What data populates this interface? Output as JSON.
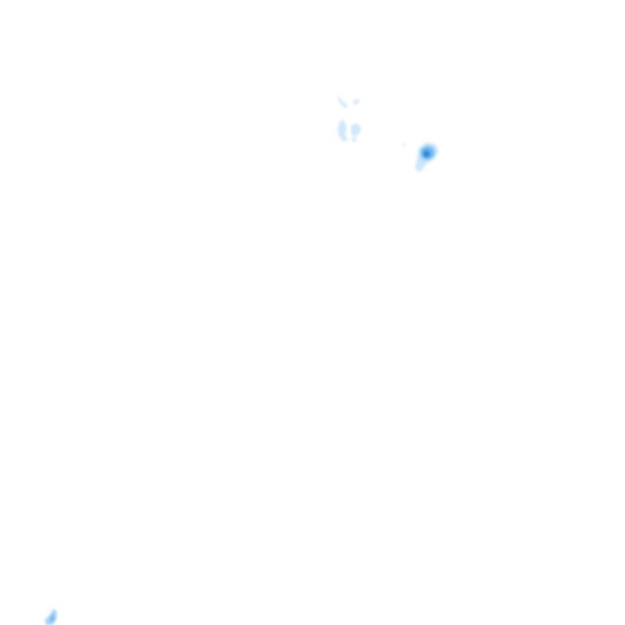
{
  "map": {
    "kind": "precipitation radar overlay tile",
    "background_color": "#ffffff",
    "echo_colors": {
      "faint": "#cfe8fb",
      "light": "#a6d4f7",
      "moderate": "#6cb6f0",
      "core": "#2f86d9"
    },
    "echoes": [
      {
        "id": "cluster-north",
        "intensity": "faint"
      },
      {
        "id": "cell-main",
        "intensity": "core"
      },
      {
        "id": "fragment-southwest",
        "intensity": "light"
      }
    ]
  }
}
